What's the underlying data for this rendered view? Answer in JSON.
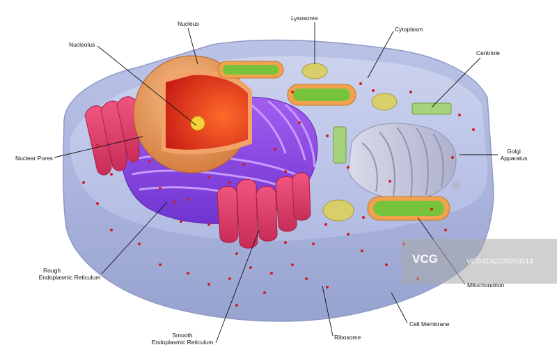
{
  "labels": {
    "nucleus": "Nucleus",
    "nucleolus": "Nucleolus",
    "lysosome": "Lysosome",
    "cytoplasm": "Cytoplasm",
    "centriole": "Centriole",
    "nuclear_pores": "Nuclear Pores",
    "golgi_line1": "Golgi",
    "golgi_line2": "Apparatus",
    "rough_er_line1": "Rough",
    "rough_er_line2": "Endoplasmic Reticulum",
    "mitochondrion": "Mitochondrion",
    "cell_membrane": "Cell Membrane",
    "ribosome": "Ribosome",
    "smooth_er_line1": "Smooth",
    "smooth_er_line2": "Endoplasmic Reticulum"
  },
  "watermark": {
    "logo": "VCG",
    "id": "VCG41N2220283514"
  },
  "colors": {
    "membrane": "#a9b4d9",
    "nucleus_shell": "#e79a5e",
    "nucleus_core": "#e2311d",
    "rough_er": "#8f4be6",
    "smooth_er": "#e8466f",
    "golgi": "#c5c7dc",
    "mitochondria_outer": "#f2a24f",
    "mitochondria_inner": "#77c43a",
    "lysosome": "#d8cf6a",
    "centriole": "#a7d27c",
    "ribosome": "#cf1f1f"
  }
}
